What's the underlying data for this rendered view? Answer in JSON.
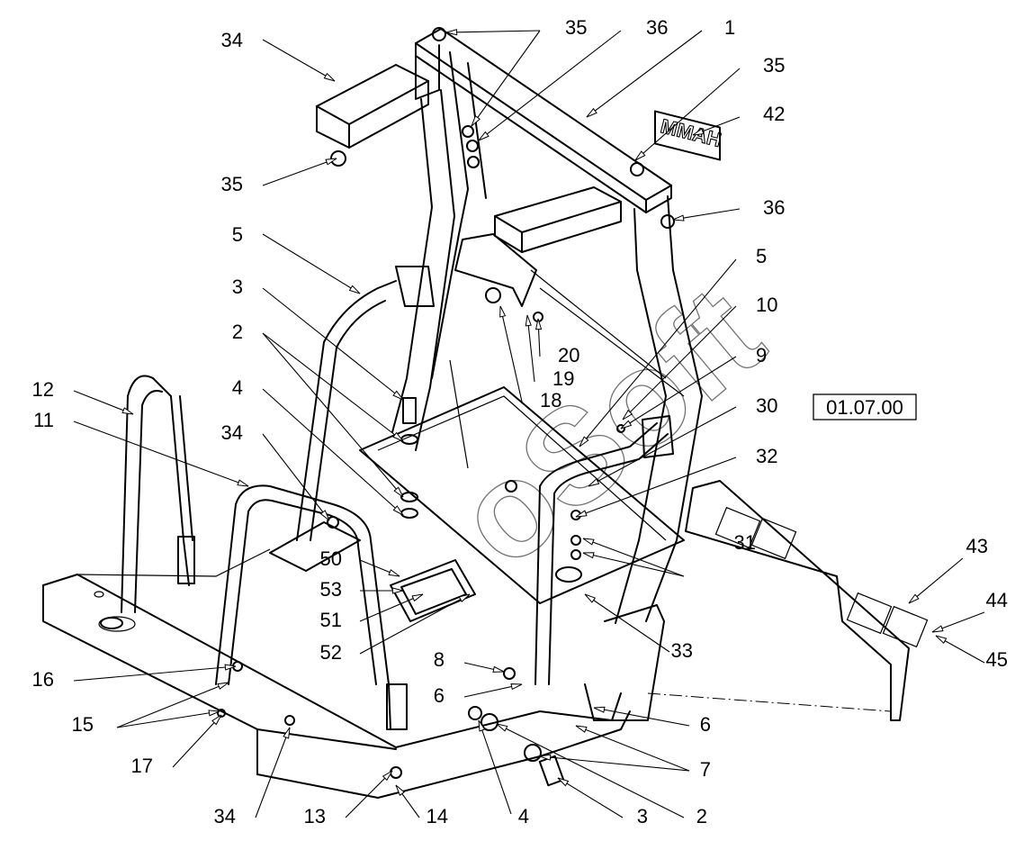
{
  "drawing": {
    "section_code": "01.07.00",
    "badge_text": "ММАН",
    "watermark_text": "oSoft"
  },
  "callouts": [
    "34",
    "35",
    "36",
    "1",
    "35",
    "42",
    "35",
    "36",
    "5",
    "5",
    "10",
    "3",
    "20",
    "19",
    "18",
    "9",
    "2",
    "30",
    "12",
    "4",
    "11",
    "34",
    "32",
    "50",
    "53",
    "51",
    "52",
    "31",
    "33",
    "8",
    "6",
    "16",
    "15",
    "6",
    "7",
    "17",
    "34",
    "13",
    "14",
    "4",
    "3",
    "2",
    "43",
    "44",
    "45"
  ]
}
